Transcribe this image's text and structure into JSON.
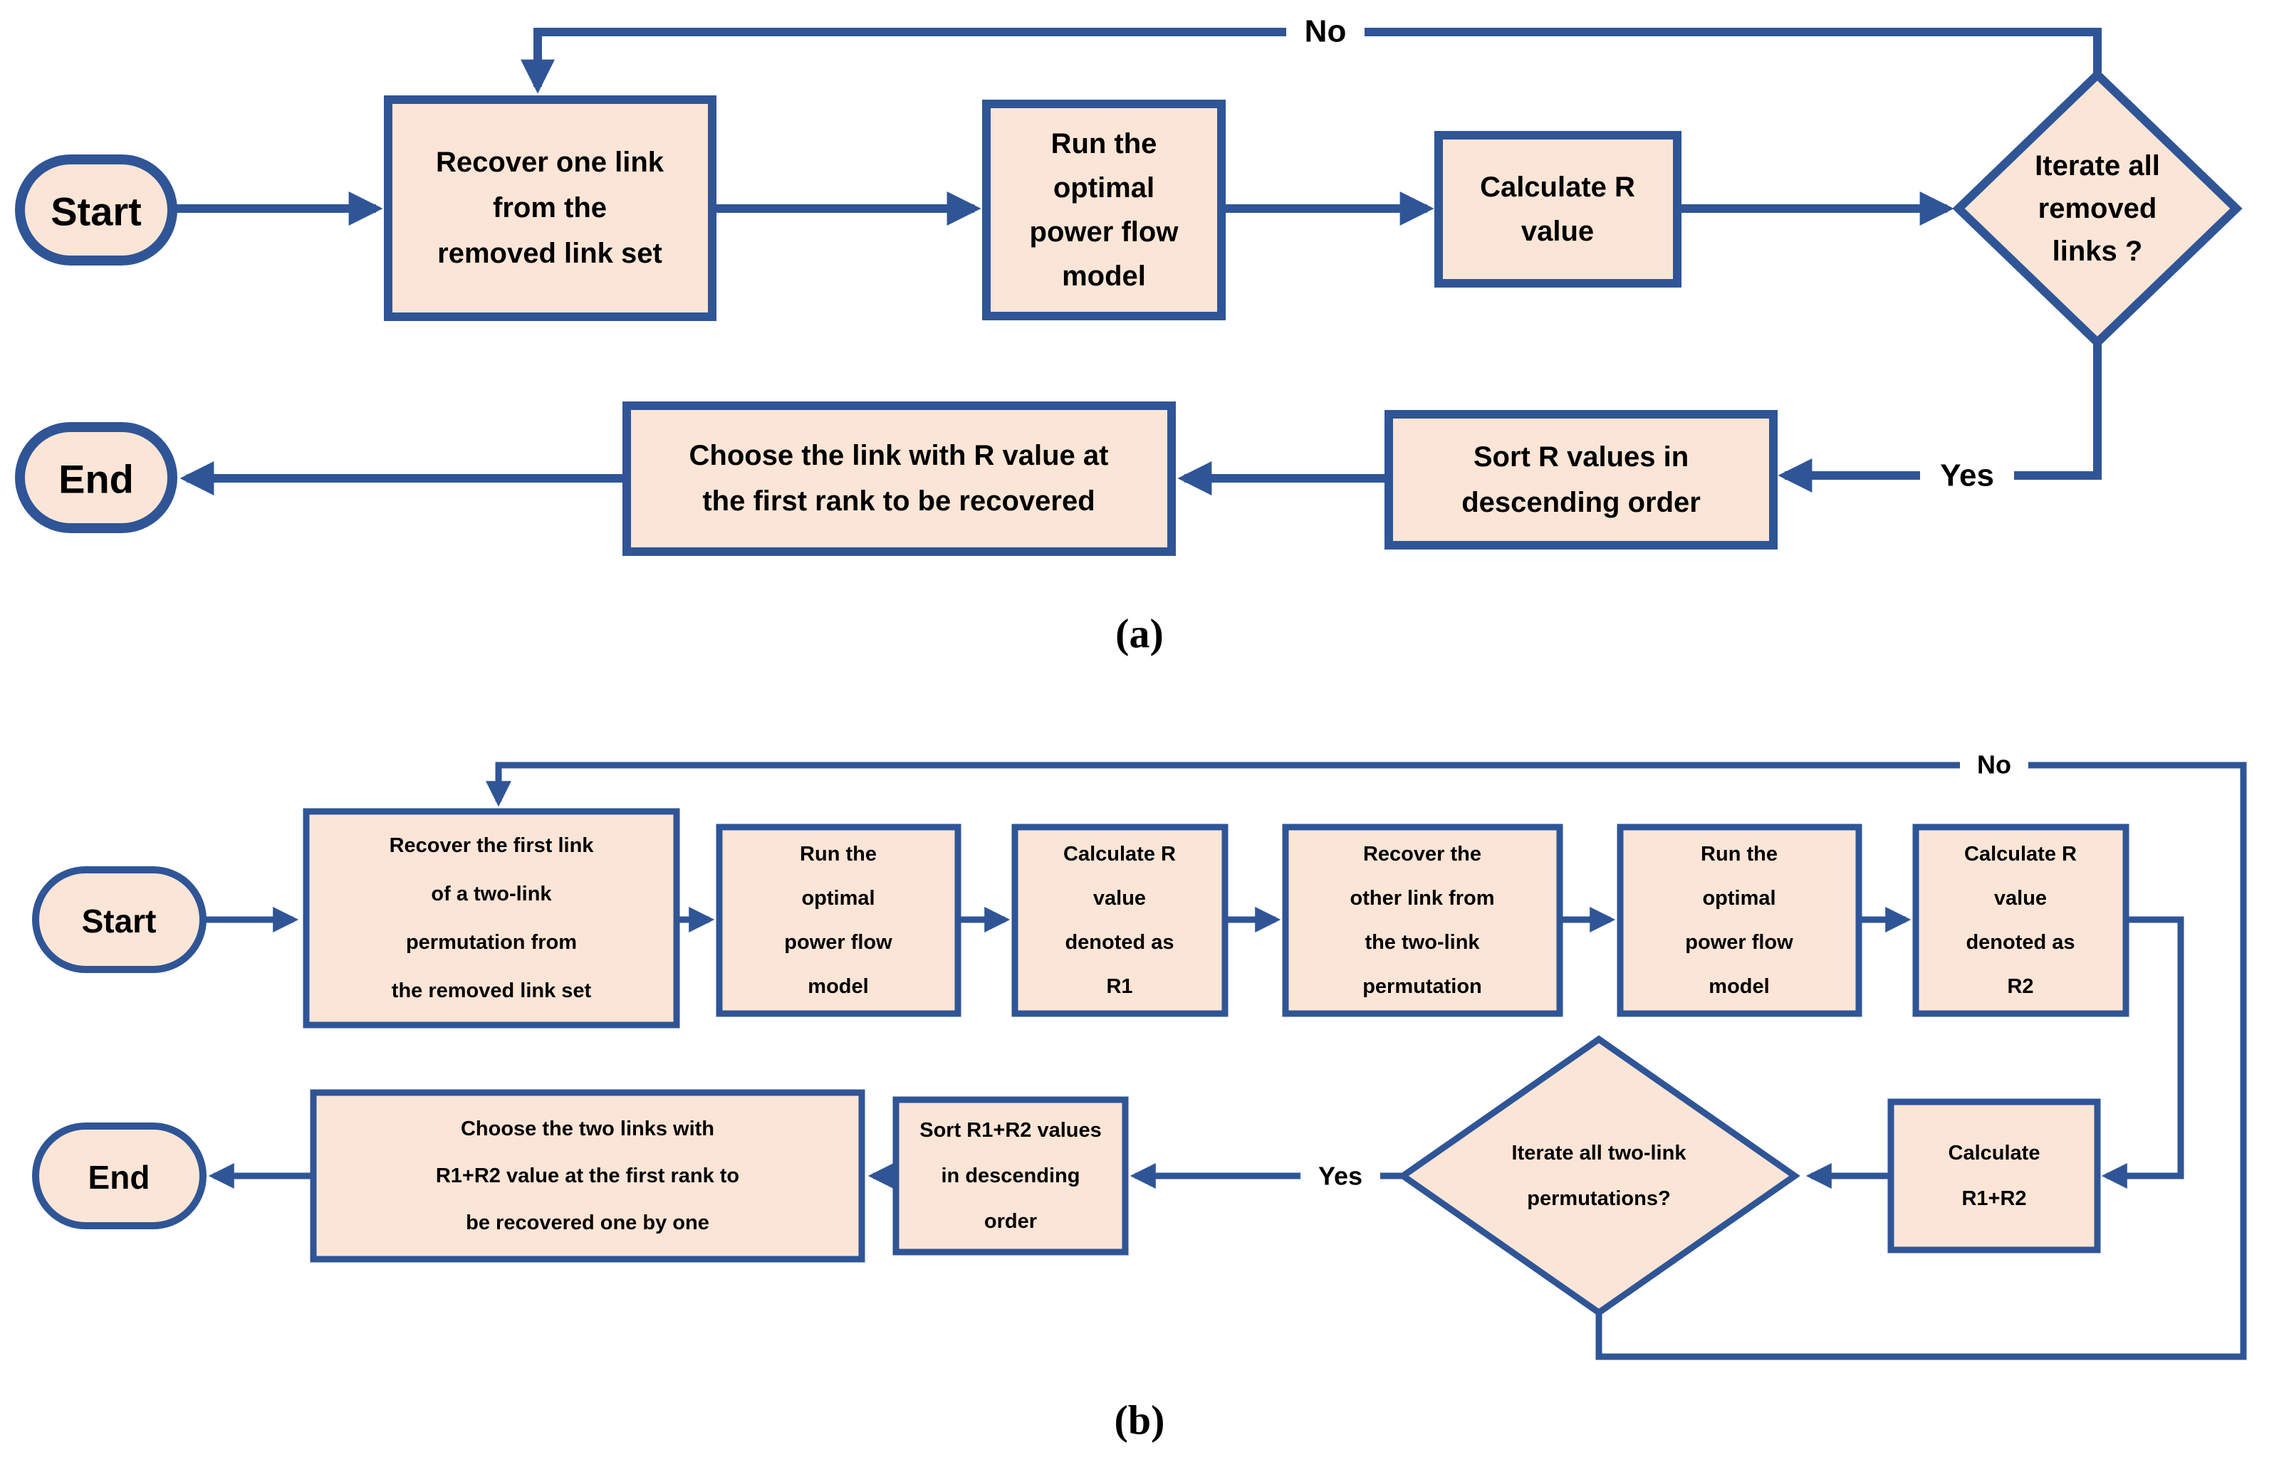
{
  "figure": {
    "colors": {
      "shape_fill": "#FBE5D6",
      "line_blue": "#2F5597",
      "text": "#000000",
      "label_background": "#FFFFFF"
    },
    "flow_a": {
      "caption": "(a)",
      "start_label": "Start",
      "end_label": "End",
      "nodes": {
        "recover_one": {
          "lines": [
            "Recover one link",
            "from the",
            "removed link set"
          ]
        },
        "run_opf": {
          "lines": [
            "Run the",
            "optimal",
            "power flow",
            "model"
          ]
        },
        "calc_r": {
          "lines": [
            "Calculate R",
            "value"
          ]
        },
        "iterate_links": {
          "lines": [
            "Iterate all",
            "removed",
            "links ?"
          ]
        },
        "sort_r": {
          "lines": [
            "Sort R values  in",
            "descending order"
          ]
        },
        "choose_link": {
          "lines": [
            "Choose the link with R value at",
            "the first rank to be recovered"
          ]
        }
      },
      "labels": {
        "no": "No",
        "yes": "Yes"
      }
    },
    "flow_b": {
      "caption": "(b)",
      "start_label": "Start",
      "end_label": "End",
      "nodes": {
        "recover_first": {
          "lines": [
            "Recover the first link",
            "of a two-link",
            "permutation from",
            "the removed link set"
          ]
        },
        "run_opf_1": {
          "lines": [
            "Run the",
            "optimal",
            "power flow",
            "model"
          ]
        },
        "calc_r1": {
          "lines": [
            "Calculate R",
            "value",
            "denoted as",
            "R1"
          ]
        },
        "recover_other": {
          "lines": [
            "Recover the",
            "other link from",
            "the two-link",
            "permutation"
          ]
        },
        "run_opf_2": {
          "lines": [
            "Run the",
            "optimal",
            "power flow",
            "model"
          ]
        },
        "calc_r2": {
          "lines": [
            "Calculate R",
            "value",
            "denoted as",
            "R2"
          ]
        },
        "calc_sum": {
          "lines": [
            "Calculate",
            "R1+R2"
          ]
        },
        "iterate_perms": {
          "lines": [
            "Iterate all two-link",
            "permutations?"
          ]
        },
        "sort_sum": {
          "lines": [
            "Sort R1+R2 values",
            "in descending",
            "order"
          ]
        },
        "choose_two": {
          "lines": [
            "Choose the two links with",
            "R1+R2 value at the first rank to",
            "be recovered one by one"
          ]
        }
      },
      "labels": {
        "no": "No",
        "yes": "Yes"
      }
    }
  }
}
